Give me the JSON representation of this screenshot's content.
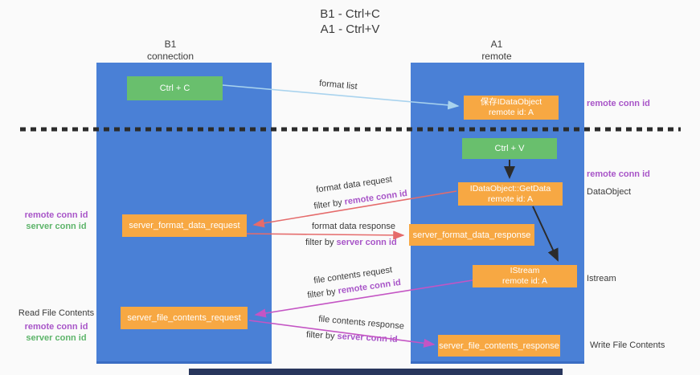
{
  "title": {
    "line1": "B1 - Ctrl+C",
    "line2": "A1 - Ctrl+V"
  },
  "lifelines": {
    "left": {
      "name": "B1",
      "role": "connection"
    },
    "right": {
      "name": "A1",
      "role": "remote"
    }
  },
  "nodes": {
    "ctrl_c": "Ctrl + C",
    "save_idataobject": {
      "line1": "保存IDataObject",
      "line2": "remote id: A"
    },
    "ctrl_v": "Ctrl + V",
    "idataobject_getdata": {
      "line1": "IDataObject::GetData",
      "line2": "remote id: A"
    },
    "server_format_data_request": "server_format_data_request",
    "server_format_data_response": "server_format_data_response",
    "istream": {
      "line1": "IStream",
      "line2": "remote id: A"
    },
    "server_file_contents_request": "server_file_contents_request",
    "server_file_contents_response": "server_file_contents_response"
  },
  "edge_labels": {
    "format_list": "format list",
    "format_data_request": "format data request",
    "format_data_response": "format data response",
    "file_contents_request": "file contents request",
    "file_contents_response": "file contents response",
    "filter_by": "filter by ",
    "remote_conn_id": "remote conn id",
    "server_conn_id": "server conn id"
  },
  "annotations": {
    "right_remote_conn_id_top": "remote conn id",
    "right_remote_conn_id_mid": "remote conn id",
    "dataobject": "DataObject",
    "istream": "Istream",
    "write_file_contents": "Write File Contents",
    "left_remote_conn_id_top": "remote conn id",
    "left_server_conn_id_top": "server conn id",
    "read_file_contents": "Read File Contents",
    "left_remote_conn_id_bottom": "remote conn id",
    "left_server_conn_id_bottom": "server conn id"
  },
  "colors": {
    "lifeline_blue": "#4a80d6",
    "node_orange": "#f7a843",
    "node_green": "#69bf6d",
    "arrow_light_blue": "#a9d3ee",
    "arrow_salmon": "#e56b6b",
    "arrow_magenta": "#c455c4",
    "arrow_black": "#2b2b2b",
    "remote_conn_purple": "#a855c8",
    "server_conn_green": "#5db46a"
  }
}
